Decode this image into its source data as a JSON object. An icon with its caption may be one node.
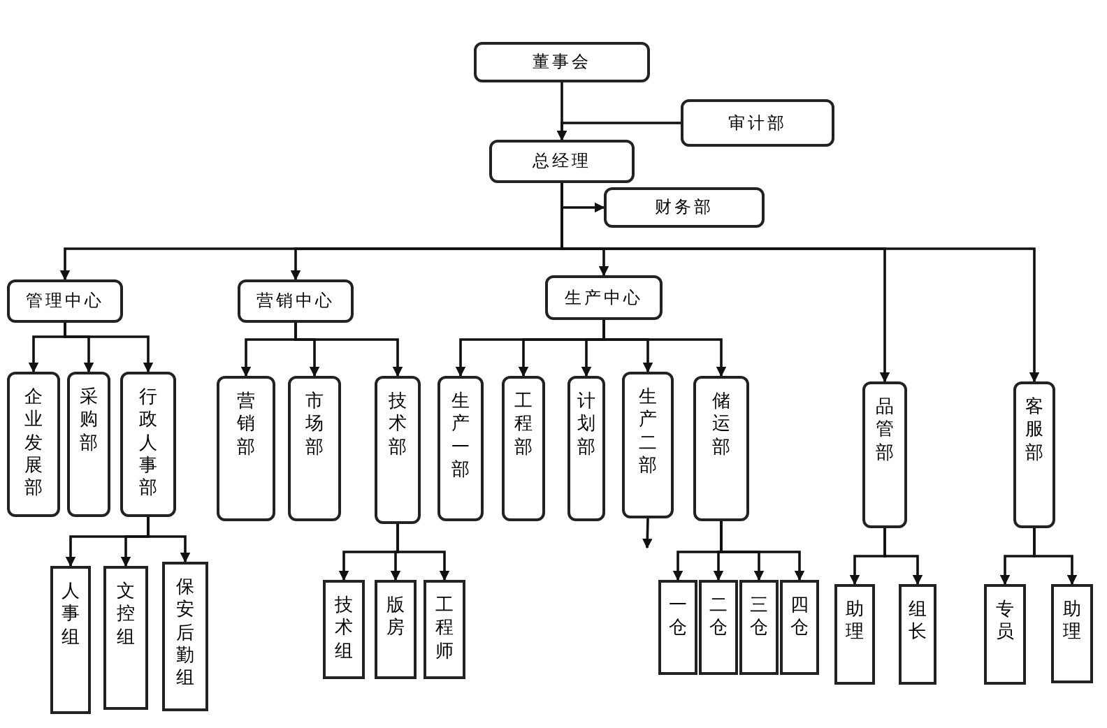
{
  "diagram": {
    "nodes": [
      {
        "text": [
          "董事会"
        ]
      },
      {
        "text": [
          "审计部"
        ]
      },
      {
        "text": [
          "总经理"
        ]
      },
      {
        "text": [
          "财务部"
        ]
      },
      {
        "text": [
          "管理中心"
        ]
      },
      {
        "text": [
          "营销中心"
        ]
      },
      {
        "text": [
          "生产中心"
        ]
      },
      {
        "text": [
          "品管部"
        ]
      },
      {
        "text": [
          "客服部"
        ]
      },
      {
        "text": [
          "企业发展部"
        ]
      },
      {
        "text": [
          "采购部"
        ]
      },
      {
        "text": [
          "行政人事部"
        ]
      },
      {
        "text": [
          "营销部"
        ]
      },
      {
        "text": [
          "市场部"
        ]
      },
      {
        "text": [
          "技术部"
        ]
      },
      {
        "text": [
          "生产一部"
        ]
      },
      {
        "text": [
          "工程部"
        ]
      },
      {
        "text": [
          "计划部"
        ]
      },
      {
        "text": [
          "生产二部"
        ]
      },
      {
        "text": [
          "储运部"
        ]
      },
      {
        "text": [
          "人事组"
        ]
      },
      {
        "text": [
          "文控组"
        ]
      },
      {
        "text": [
          "保安后勤组"
        ]
      },
      {
        "text": [
          "技术组"
        ]
      },
      {
        "text": [
          "版房"
        ]
      },
      {
        "text": [
          "工程师"
        ]
      },
      {
        "text": [
          "一仓"
        ]
      },
      {
        "text": [
          "二仓"
        ]
      },
      {
        "text": [
          "三仓"
        ]
      },
      {
        "text": [
          "四仓"
        ]
      },
      {
        "text": [
          "助理"
        ]
      },
      {
        "text": [
          "组长"
        ]
      },
      {
        "text": [
          "专员"
        ]
      },
      {
        "text": [
          "助理"
        ]
      }
    ],
    "edges": [
      {
        "from": 0,
        "to": 2,
        "arrow": "to"
      },
      {
        "from": 1,
        "to": 2,
        "arrow": "to"
      },
      {
        "from": 2,
        "to": 3,
        "arrow": "to"
      },
      {
        "from": 2,
        "to": 4,
        "arrow": "to"
      },
      {
        "from": 2,
        "to": 5,
        "arrow": "to"
      },
      {
        "from": 2,
        "to": 6,
        "arrow": "to"
      },
      {
        "from": 2,
        "to": 7,
        "arrow": "to"
      },
      {
        "from": 2,
        "to": 8,
        "arrow": "to"
      },
      {
        "from": 4,
        "to": 9,
        "arrow": "to"
      },
      {
        "from": 4,
        "to": 10,
        "arrow": "to"
      },
      {
        "from": 4,
        "to": 11,
        "arrow": "to"
      },
      {
        "from": 5,
        "to": 12,
        "arrow": "to"
      },
      {
        "from": 5,
        "to": 13,
        "arrow": "to"
      },
      {
        "from": 5,
        "to": 14,
        "arrow": "to"
      },
      {
        "from": 6,
        "to": 15,
        "arrow": "to"
      },
      {
        "from": 6,
        "to": 16,
        "arrow": "to"
      },
      {
        "from": 6,
        "to": 17,
        "arrow": "to"
      },
      {
        "from": 6,
        "to": 18,
        "arrow": "to"
      },
      {
        "from": 6,
        "to": 19,
        "arrow": "to"
      },
      {
        "from": 11,
        "to": 20,
        "arrow": "to"
      },
      {
        "from": 11,
        "to": 21,
        "arrow": "to"
      },
      {
        "from": 11,
        "to": 22,
        "arrow": "to"
      },
      {
        "from": 14,
        "to": 23,
        "arrow": "to"
      },
      {
        "from": 14,
        "to": 24,
        "arrow": "to"
      },
      {
        "from": 14,
        "to": 25,
        "arrow": "to"
      },
      {
        "from": 18,
        "to": null,
        "arrow": "to"
      },
      {
        "from": 19,
        "to": 26,
        "arrow": "to"
      },
      {
        "from": 19,
        "to": 27,
        "arrow": "to"
      },
      {
        "from": 19,
        "to": 28,
        "arrow": "to"
      },
      {
        "from": 19,
        "to": 29,
        "arrow": "to"
      },
      {
        "from": 7,
        "to": 30,
        "arrow": "to"
      },
      {
        "from": 7,
        "to": 31,
        "arrow": "to"
      },
      {
        "from": 8,
        "to": 32,
        "arrow": "to"
      },
      {
        "from": 8,
        "to": 33,
        "arrow": "to"
      }
    ]
  }
}
